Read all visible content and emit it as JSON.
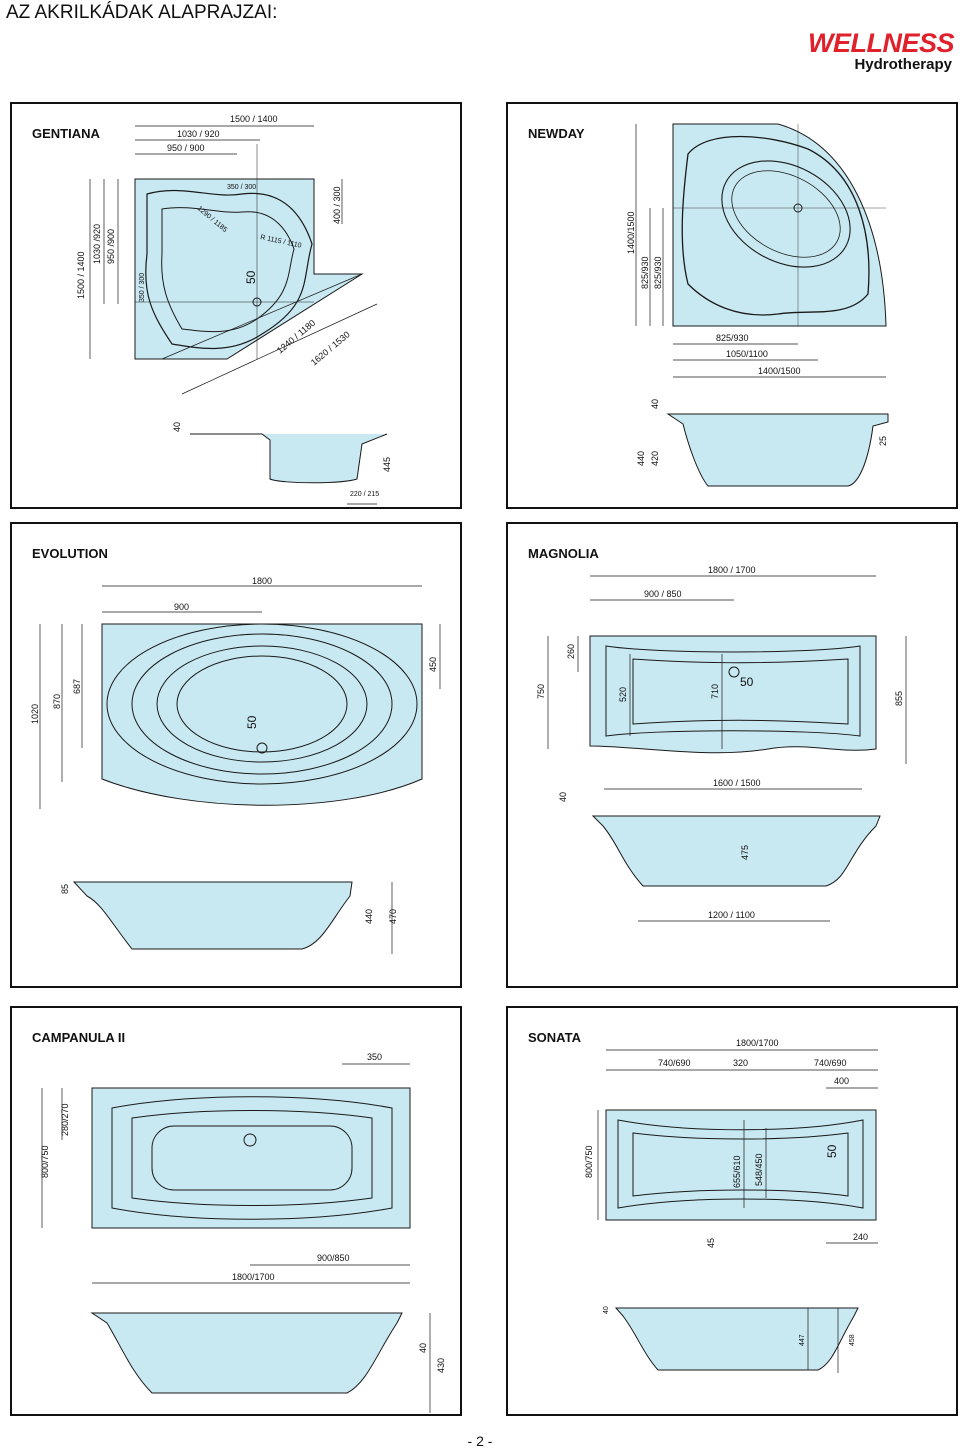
{
  "page": {
    "title": "AZ AKRILKÁDAK ALAPRAJZAI:",
    "footer": "- 2 -"
  },
  "brand": {
    "name": "WELLNESS",
    "sub": "Hydrotherapy",
    "color": "#e0202a"
  },
  "colors": {
    "tub_fill": "#c8e8f2",
    "line": "#1a1a1a"
  },
  "panels": {
    "gentiana": {
      "name": "GENTIANA",
      "dims": [
        "1500 / 1400",
        "1030 / 920",
        "950 / 900",
        "350 / 300",
        "400 / 300",
        "1500 / 1400",
        "1030 /920",
        "950 /900",
        "350 / 300",
        "1290 / 1185",
        "R 1115 / 1110",
        "50",
        "1240 / 1180",
        "1620 / 1530",
        "40",
        "445",
        "220 / 215"
      ]
    },
    "newday": {
      "name": "NEWDAY",
      "dims": [
        "1400/1500",
        "825/930",
        "825/930",
        "825/930",
        "1050/1100",
        "1400/1500",
        "40",
        "440",
        "420",
        "25"
      ]
    },
    "evolution": {
      "name": "EVOLUTION",
      "dims": [
        "1800",
        "900",
        "450",
        "1020",
        "870",
        "687",
        "50",
        "85",
        "440",
        "470"
      ]
    },
    "magnolia": {
      "name": "MAGNOLIA",
      "dims": [
        "1800 / 1700",
        "900 / 850",
        "260",
        "750",
        "520",
        "710",
        "50",
        "855",
        "1600 / 1500",
        "40",
        "475",
        "1200 / 1100"
      ]
    },
    "campanula": {
      "name": "CAMPANULA II",
      "dims": [
        "350",
        "280/270",
        "800/750",
        "900/850",
        "1800/1700",
        "40",
        "430"
      ]
    },
    "sonata": {
      "name": "SONATA",
      "dims": [
        "1800/1700",
        "740/690",
        "320",
        "740/690",
        "400",
        "800/750",
        "655/610",
        "548/450",
        "50",
        "45",
        "240",
        "40",
        "447",
        "458"
      ]
    }
  }
}
